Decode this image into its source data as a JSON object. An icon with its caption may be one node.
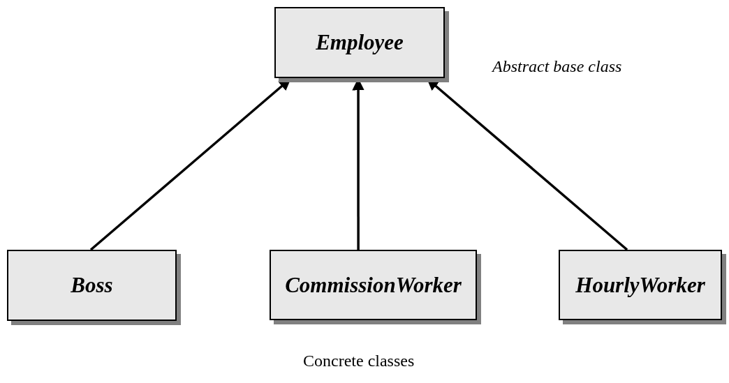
{
  "diagram": {
    "nodes": [
      {
        "text": [
          "Employee"
        ]
      },
      {
        "text": [
          "Boss"
        ]
      },
      {
        "text": [
          "CommissionWorker"
        ]
      },
      {
        "text": [
          "HourlyWorker"
        ]
      }
    ],
    "edges": [
      {
        "from": 1,
        "to": 0,
        "arrow": "to"
      },
      {
        "from": 2,
        "to": 0,
        "arrow": "to"
      },
      {
        "from": 3,
        "to": 0,
        "arrow": "to"
      }
    ],
    "labels": [
      "Abstract base class",
      "Concrete classes"
    ]
  }
}
